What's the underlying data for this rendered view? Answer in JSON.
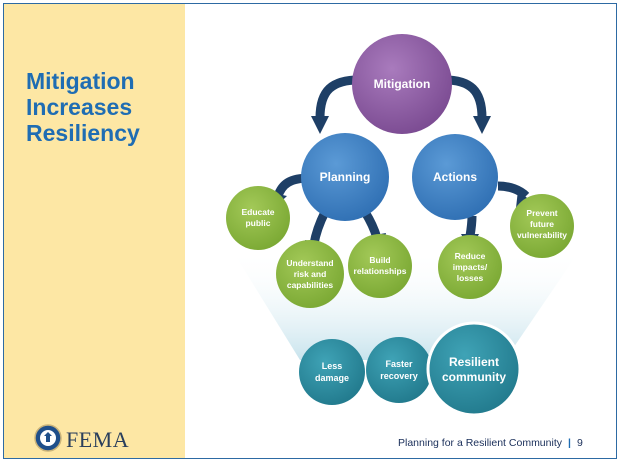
{
  "slide": {
    "title_lines": [
      "Mitigation",
      "Increases",
      "Resiliency"
    ],
    "footer_text": "Planning for a Resilient Community",
    "footer_separator": "|",
    "page_number": "9",
    "logo_text": "FEMA"
  },
  "diagram": {
    "root": "Mitigation",
    "branches": {
      "planning": "Planning",
      "actions": "Actions"
    },
    "leaves": {
      "educate": [
        "Educate",
        "public"
      ],
      "understand": [
        "Understand",
        "risk and",
        "capabilities"
      ],
      "build": [
        "Build",
        "relationships"
      ],
      "reduce": [
        "Reduce",
        "impacts/",
        "losses"
      ],
      "prevent": [
        "Prevent",
        "future",
        "vulnerability"
      ]
    },
    "outcomes": {
      "less_damage": [
        "Less",
        "damage"
      ],
      "faster_recovery": [
        "Faster",
        "recovery"
      ],
      "resilient": [
        "Resilient",
        "community"
      ]
    },
    "colors": {
      "root": "#8a5a9e",
      "branch": "#3f83c6",
      "leaf": "#8db83f",
      "outcome": "#2e8fa3",
      "arrow": "#1e3f66",
      "funnel": "#cfe6ee",
      "accent": "#1f6db3"
    }
  }
}
